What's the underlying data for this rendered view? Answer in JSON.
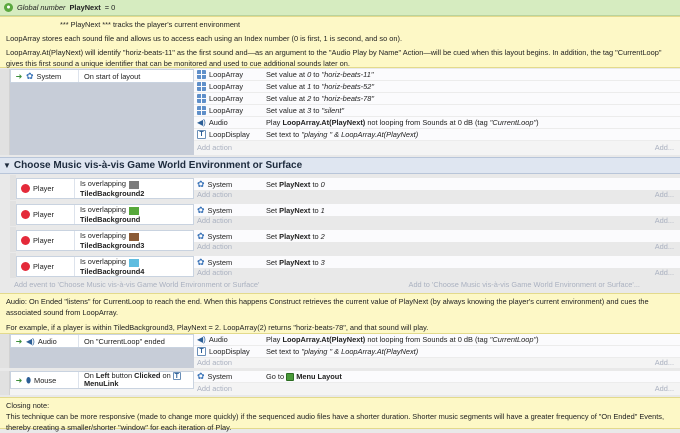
{
  "global": {
    "prefix": "Global number",
    "name": "PlayNext",
    "suffix": "= 0"
  },
  "comment1": {
    "line1": "*** PlayNext *** tracks the player's current environment",
    "line2": "LoopArray stores each sound file and allows us to access each using an Index number (0 is first, 1 is second, and so on).",
    "line3": "LoopArray.At(PlayNext) will identify \"horiz-beats-11\" as the first sound and—as an argument to the \"Audio Play by Name\" Action—will be cued when this layout begins. In addition, the tag \"CurrentLoop\" gives this first sound a unique identifier that can be monitored and used to cue additional sounds later on."
  },
  "event1": {
    "cond_object": "System",
    "cond_text": "On start of layout",
    "actions": [
      {
        "object": "LoopArray",
        "text": "Set value at ",
        "p1": "0",
        "mid": " to ",
        "p2": "\"horiz-beats-11\""
      },
      {
        "object": "LoopArray",
        "text": "Set value at ",
        "p1": "1",
        "mid": " to ",
        "p2": "\"horiz-beats-52\""
      },
      {
        "object": "LoopArray",
        "text": "Set value at ",
        "p1": "2",
        "mid": " to ",
        "p2": "\"horiz-beats-78\""
      },
      {
        "object": "LoopArray",
        "text": "Set value at ",
        "p1": "3",
        "mid": " to ",
        "p2": "\"silent\""
      }
    ],
    "audio": {
      "object": "Audio",
      "pre": "Play ",
      "bold": "LoopArray.At(PlayNext)",
      "post": " not looping from Sounds at 0 dB (tag ",
      "tag": "\"CurrentLoop\"",
      "end": ")"
    },
    "display": {
      "object": "LoopDisplay",
      "pre": "Set text to ",
      "expr": "\"playing \" & LoopArray.At(PlayNext)"
    },
    "add_action": "Add action",
    "add_more": "Add..."
  },
  "group": {
    "title": "Choose Music vis-à-vis Game World Environment or Surface"
  },
  "subevents": [
    {
      "obj": "Player",
      "line1": "Is overlapping",
      "bg": "TiledBackground2",
      "color": "#7c7c7c",
      "act_obj": "System",
      "act_pre": "Set ",
      "act_var": "PlayNext",
      "act_mid": " to ",
      "act_val": "0"
    },
    {
      "obj": "Player",
      "line1": "Is overlapping",
      "bg": "TiledBackground",
      "color": "#56a83a",
      "act_obj": "System",
      "act_pre": "Set ",
      "act_var": "PlayNext",
      "act_mid": " to ",
      "act_val": "1"
    },
    {
      "obj": "Player",
      "line1": "Is overlapping",
      "bg": "TiledBackground3",
      "color": "#8a5a36",
      "act_obj": "System",
      "act_pre": "Set ",
      "act_var": "PlayNext",
      "act_mid": " to ",
      "act_val": "2"
    },
    {
      "obj": "Player",
      "line1": "Is overlapping",
      "bg": "TiledBackground4",
      "color": "#5fbde0",
      "act_obj": "System",
      "act_pre": "Set ",
      "act_var": "PlayNext",
      "act_mid": " to ",
      "act_val": "3"
    }
  ],
  "add_event_to": "Add event to 'Choose Music vis-à-vis Game World Environment or Surface'",
  "add_to": "Add to 'Choose Music vis-à-vis Game World Environment or Surface'...",
  "comment2": {
    "line1": "Audio: On Ended \"listens\" for CurrentLoop to reach the end. When this happens Construct retrieves the current value of PlayNext (by always knowing the player's current environment) and cues the associated sound from LoopArray.",
    "line2": "For example, if a player is within TiledBackground3, PlayNext = 2. LoopArray(2) returns \"horiz-beats-78\", and that sound will play."
  },
  "event2": {
    "cond_object": "Audio",
    "cond_text": "On \"CurrentLoop\" ended",
    "audio": {
      "object": "Audio",
      "pre": "Play ",
      "bold": "LoopArray.At(PlayNext)",
      "post": " not looping from Sounds at 0 dB (tag ",
      "tag": "\"CurrentLoop\"",
      "end": ")"
    },
    "display": {
      "object": "LoopDisplay",
      "pre": "Set text to ",
      "expr": "\"playing \" & LoopArray.At(PlayNext)"
    },
    "add_action": "Add action",
    "add_more": "Add..."
  },
  "event3": {
    "cond_object": "Mouse",
    "cond_pre": "On ",
    "cond_b1": "Left",
    "cond_mid": " button ",
    "cond_b2": "Clicked",
    "cond_post": " on",
    "cond_target": "MenuLink",
    "act_object": "System",
    "act_pre": "Go to ",
    "act_target": "Menu Layout",
    "add_action": "Add action",
    "add_more": "Add..."
  },
  "comment3": {
    "line1": "Closing note:",
    "line2": "This technique can be more responsive (made to change more quickly) if the sequenced audio files have a shorter duration. Shorter music segments will have a greater frequency of \"On Ended\" Events, thereby creating a smaller/shorter \"window\" for each iteration of Play."
  }
}
